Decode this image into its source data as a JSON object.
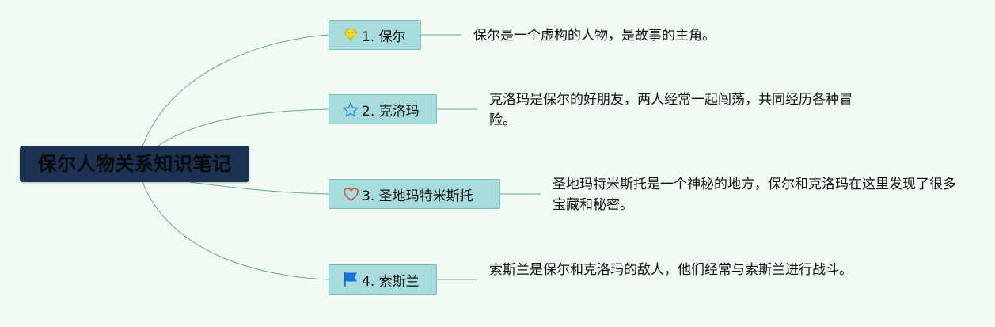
{
  "root": {
    "title": "保尔人物关系知识笔记"
  },
  "branches": [
    {
      "label": "1. 保尔",
      "icon": "gem-icon",
      "description": "保尔是一个虚构的人物，是故事的主角。"
    },
    {
      "label": "2. 克洛玛",
      "icon": "star-icon",
      "description": "克洛玛是保尔的好朋友，两人经常一起闯荡，共同经历各种冒险。"
    },
    {
      "label": "3. 圣地玛特米斯托",
      "icon": "heart-icon",
      "description": "圣地玛特米斯托是一个神秘的地方，保尔和克洛玛在这里发现了很多宝藏和秘密。"
    },
    {
      "label": "4. 索斯兰",
      "icon": "flag-icon",
      "description": "索斯兰是保尔和克洛玛的敌人，他们经常与索斯兰进行战斗。"
    }
  ],
  "colors": {
    "background": "#f1fbf3",
    "root_fill": "#1c3253",
    "node_fill": "#a8dcdc",
    "link": "#6aa48c"
  }
}
